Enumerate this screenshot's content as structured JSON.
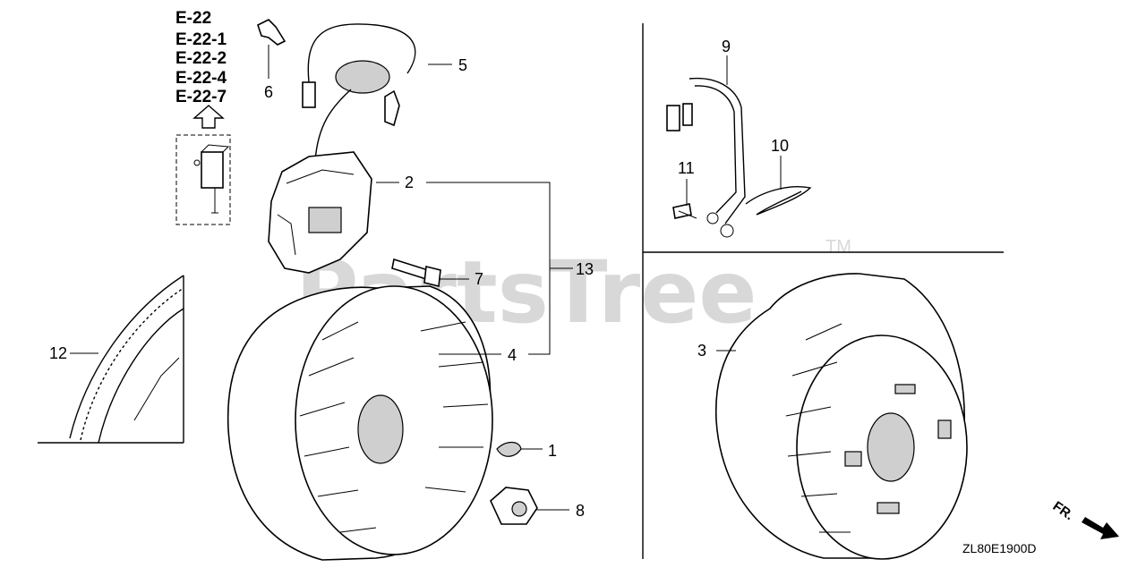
{
  "watermark": {
    "text": "PartsTree",
    "tm": "TM"
  },
  "reference_codes": [
    "E-22",
    "E-22-1",
    "E-22-2",
    "E-22-4",
    "E-22-7"
  ],
  "callouts": {
    "c1": "1",
    "c2": "2",
    "c3": "3",
    "c4": "4",
    "c5": "5",
    "c6": "6",
    "c7": "7",
    "c8": "8",
    "c9": "9",
    "c10": "10",
    "c11": "11",
    "c12": "12",
    "c13": "13"
  },
  "direction_label": "FR.",
  "diagram_code": "ZL80E1900D",
  "icons": [
    "up-arrow-icon",
    "front-direction-arrow-icon"
  ]
}
